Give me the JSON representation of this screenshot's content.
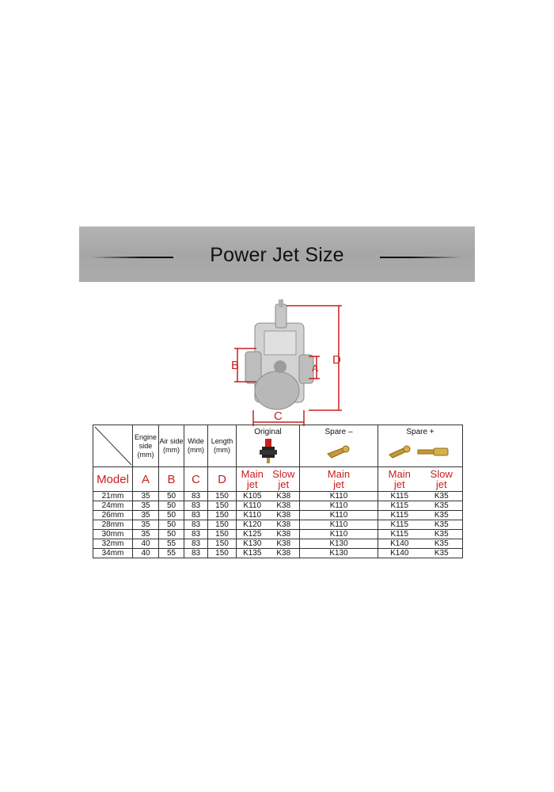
{
  "banner": {
    "title": "Power Jet Size"
  },
  "diagram": {
    "labels": {
      "a": "A",
      "b": "B",
      "c": "C",
      "d": "D"
    },
    "accent_color": "#c8201e"
  },
  "table": {
    "headers": {
      "engine_side": "Engine side (mm)",
      "air_side": "Air side (mm)",
      "wide": "Wide (mm)",
      "length": "Length (mm)",
      "original": "Original",
      "spare_minus": "Spare –",
      "spare_plus": "Spare +"
    },
    "labels": {
      "model": "Model",
      "a": "A",
      "b": "B",
      "c": "C",
      "d": "D",
      "main_jet": "Main jet",
      "slow_jet": "Slow jet"
    },
    "rows": [
      {
        "model": "21mm",
        "a": "35",
        "b": "50",
        "c": "83",
        "d": "150",
        "orig_main": "K105",
        "orig_slow": "K38",
        "spare_minus": "K110",
        "plus_main": "K115",
        "plus_slow": "K35"
      },
      {
        "model": "24mm",
        "a": "35",
        "b": "50",
        "c": "83",
        "d": "150",
        "orig_main": "K110",
        "orig_slow": "K38",
        "spare_minus": "K110",
        "plus_main": "K115",
        "plus_slow": "K35"
      },
      {
        "model": "26mm",
        "a": "35",
        "b": "50",
        "c": "83",
        "d": "150",
        "orig_main": "K110",
        "orig_slow": "K38",
        "spare_minus": "K110",
        "plus_main": "K115",
        "plus_slow": "K35"
      },
      {
        "model": "28mm",
        "a": "35",
        "b": "50",
        "c": "83",
        "d": "150",
        "orig_main": "K120",
        "orig_slow": "K38",
        "spare_minus": "K110",
        "plus_main": "K115",
        "plus_slow": "K35"
      },
      {
        "model": "30mm",
        "a": "35",
        "b": "50",
        "c": "83",
        "d": "150",
        "orig_main": "K125",
        "orig_slow": "K38",
        "spare_minus": "K110",
        "plus_main": "K115",
        "plus_slow": "K35"
      },
      {
        "model": "32mm",
        "a": "40",
        "b": "55",
        "c": "83",
        "d": "150",
        "orig_main": "K130",
        "orig_slow": "K38",
        "spare_minus": "K130",
        "plus_main": "K140",
        "plus_slow": "K35"
      },
      {
        "model": "34mm",
        "a": "40",
        "b": "55",
        "c": "83",
        "d": "150",
        "orig_main": "K135",
        "orig_slow": "K38",
        "spare_minus": "K130",
        "plus_main": "K140",
        "plus_slow": "K35"
      }
    ]
  }
}
